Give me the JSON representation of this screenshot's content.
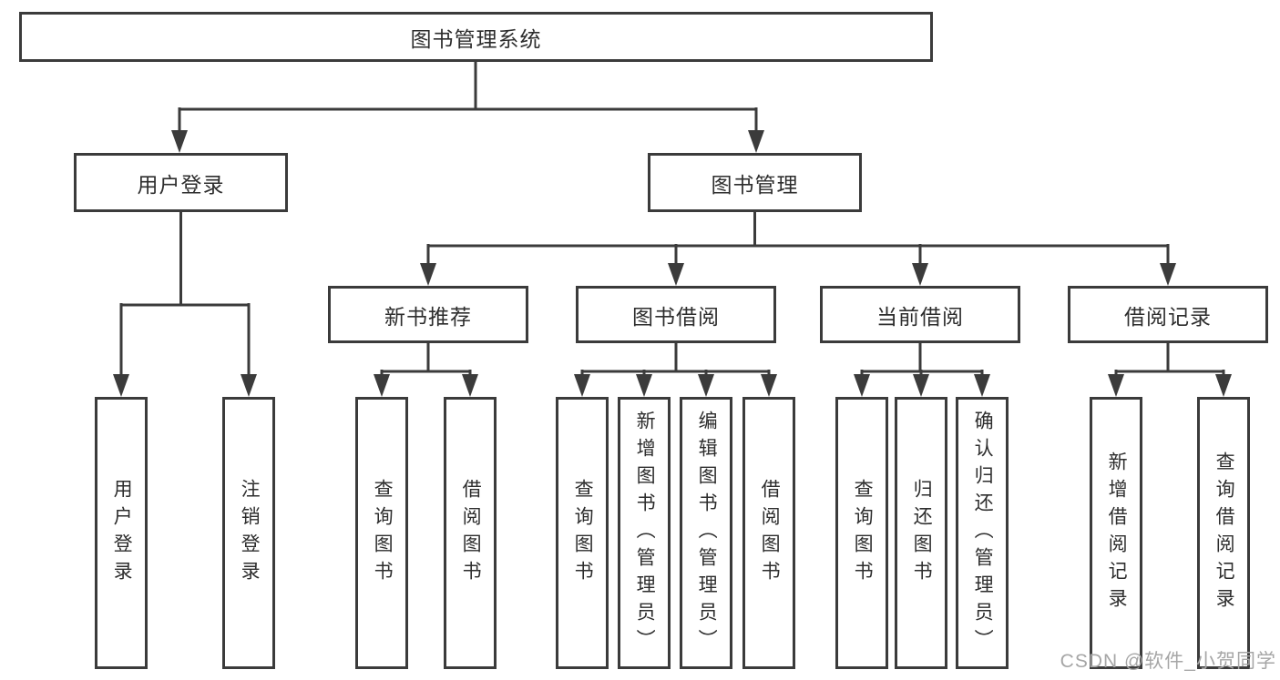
{
  "diagram": {
    "root": {
      "label": "图书管理系统"
    },
    "branches": [
      {
        "label": "用户登录",
        "children": [
          {
            "label": "用户登录"
          },
          {
            "label": "注销登录"
          }
        ]
      },
      {
        "label": "图书管理",
        "children": [
          {
            "label": "新书推荐",
            "children": [
              {
                "label": "查询图书"
              },
              {
                "label": "借阅图书"
              }
            ]
          },
          {
            "label": "图书借阅",
            "children": [
              {
                "label": "查询图书"
              },
              {
                "label": "新增图书（管理员）"
              },
              {
                "label": "编辑图书（管理员）"
              },
              {
                "label": "借阅图书"
              }
            ]
          },
          {
            "label": "当前借阅",
            "children": [
              {
                "label": "查询图书"
              },
              {
                "label": "归还图书"
              },
              {
                "label": "确认归还（管理员）"
              }
            ]
          },
          {
            "label": "借阅记录",
            "children": [
              {
                "label": "新增借阅记录"
              },
              {
                "label": "查询借阅记录"
              }
            ]
          }
        ]
      }
    ]
  },
  "watermark": {
    "text": "CSDN @软件_小贺同学"
  },
  "colors": {
    "line": "#3b3b3b",
    "text": "#2d2d2d",
    "box_fill": "#ffffff",
    "watermark": "#a6a6a6"
  }
}
